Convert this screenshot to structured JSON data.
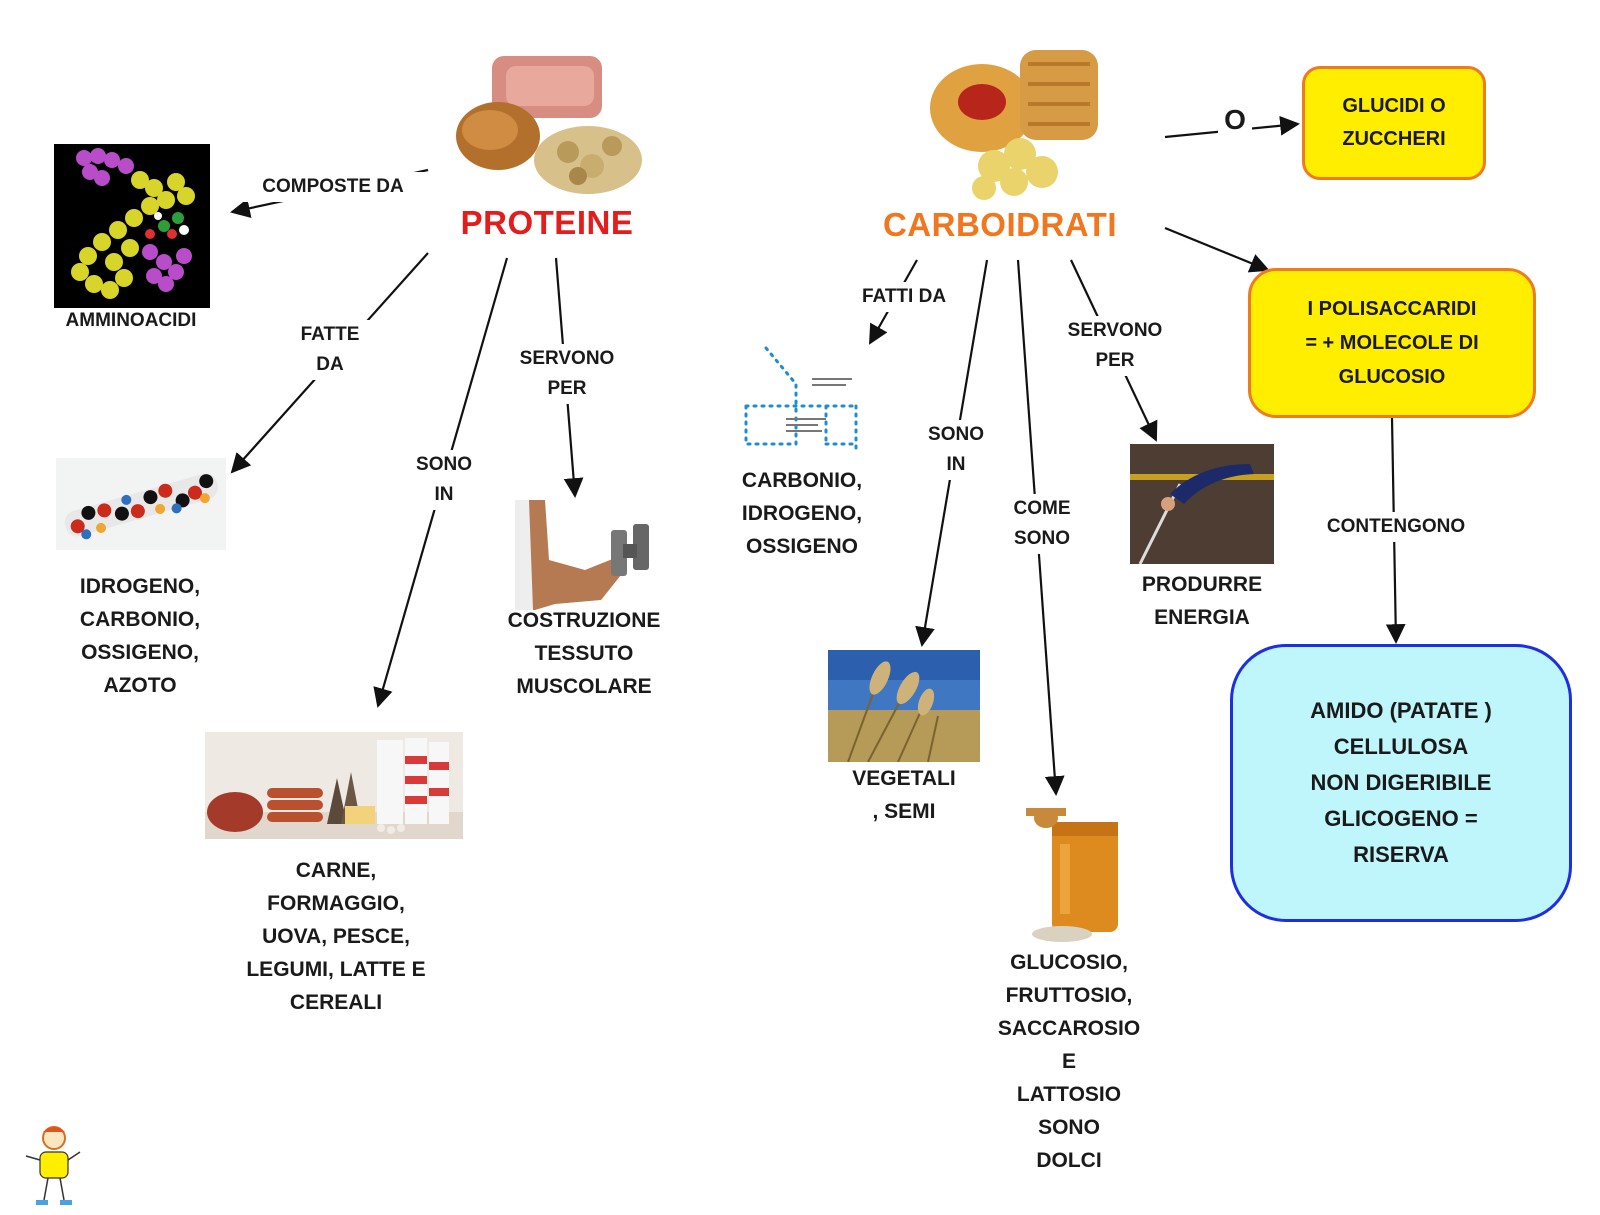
{
  "proteine": {
    "title": "PROTEINE",
    "composte_da": "COMPOSTE   DA",
    "amminoacidi": "AMMINOACIDI",
    "fatte_da": "FATTE\nDA",
    "elementi": "IDROGENO,\nCARBONIO,\nOSSIGENO,\nAZOTO",
    "sono_in": "SONO\nIN",
    "alimenti": "CARNE,\nFORMAGGIO,\nUOVA,    PESCE,\nLEGUMI,    LATTE   E\nCEREALI",
    "servono_per": "SERVONO\nPER",
    "funzione": "COSTRUZIONE\nTESSUTO\nMUSCOLARE"
  },
  "carboidrati": {
    "title": "CARBOIDRATI",
    "o_label": "O",
    "glucidi": "GLUCIDI     O\nZUCCHERI",
    "polisaccaridi": "I      POLISACCARIDI\n=  +     MOLECOLE     DI\nGLUCOSIO",
    "contengono": "CONTENGONO",
    "amido": "AMIDO     (PATATE   )\nCELLULOSA\nNON     DIGERIBILE\nGLICOGENO     =\nRISERVA",
    "fatti_da": "FATTI    DA",
    "elementi": "CARBONIO,\nIDROGENO,\nOSSIGENO",
    "sono_in": "SONO\nIN",
    "vegetali": "VEGETALI\n,  SEMI",
    "come_sono": "COME\nSONO",
    "zuccheri": "GLUCOSIO,\nFRUTTOSIO,\nSACCAROSIO\nE\nLATTOSIO\nSONO\nDOLCI",
    "servono_per": "SERVONO\nPER",
    "energia": "PRODURRE\nENERGIA"
  },
  "colors": {
    "proteine_title": "#e31c1c",
    "carboidrati_title": "#f0761f",
    "yellow_box": "#ffee00",
    "orange_border": "#f07a1e",
    "cyan_box": "#bff6fb",
    "blue_border": "#1d2fe0"
  }
}
